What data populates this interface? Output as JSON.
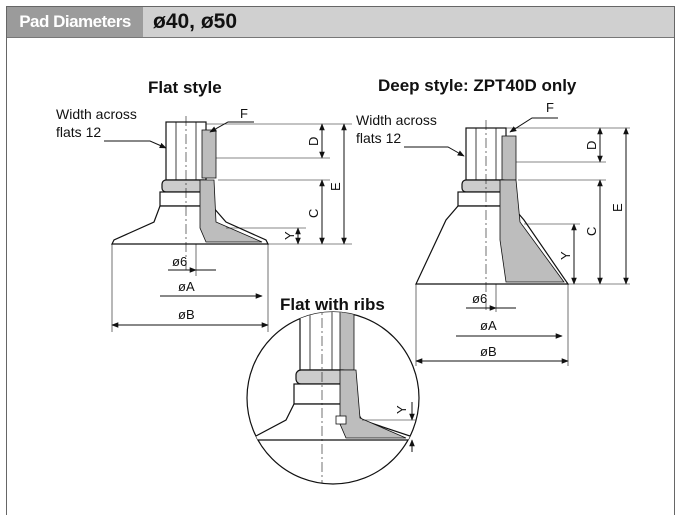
{
  "header": {
    "tag": "Pad Diameters",
    "title": "ø40, ø50"
  },
  "flat": {
    "title": "Flat style",
    "note_line1": "Width across",
    "note_line2": "flats 12",
    "F": "F",
    "D": "D",
    "E": "E",
    "C": "C",
    "Y": "Y",
    "d6": "ø6",
    "A": "øA",
    "B": "øB"
  },
  "deep": {
    "title": "Deep style: ZPT40D only",
    "note_line1": "Width across",
    "note_line2": "flats 12",
    "F": "F",
    "D": "D",
    "E": "E",
    "C": "C",
    "Y": "Y",
    "d6": "ø6",
    "A": "øA",
    "B": "øB"
  },
  "ribs": {
    "title": "Flat with ribs",
    "Y": "Y"
  },
  "colors": {
    "tag_bg": "#9b9b9b",
    "header_bg": "#d0d0d0",
    "line": "#111111"
  }
}
